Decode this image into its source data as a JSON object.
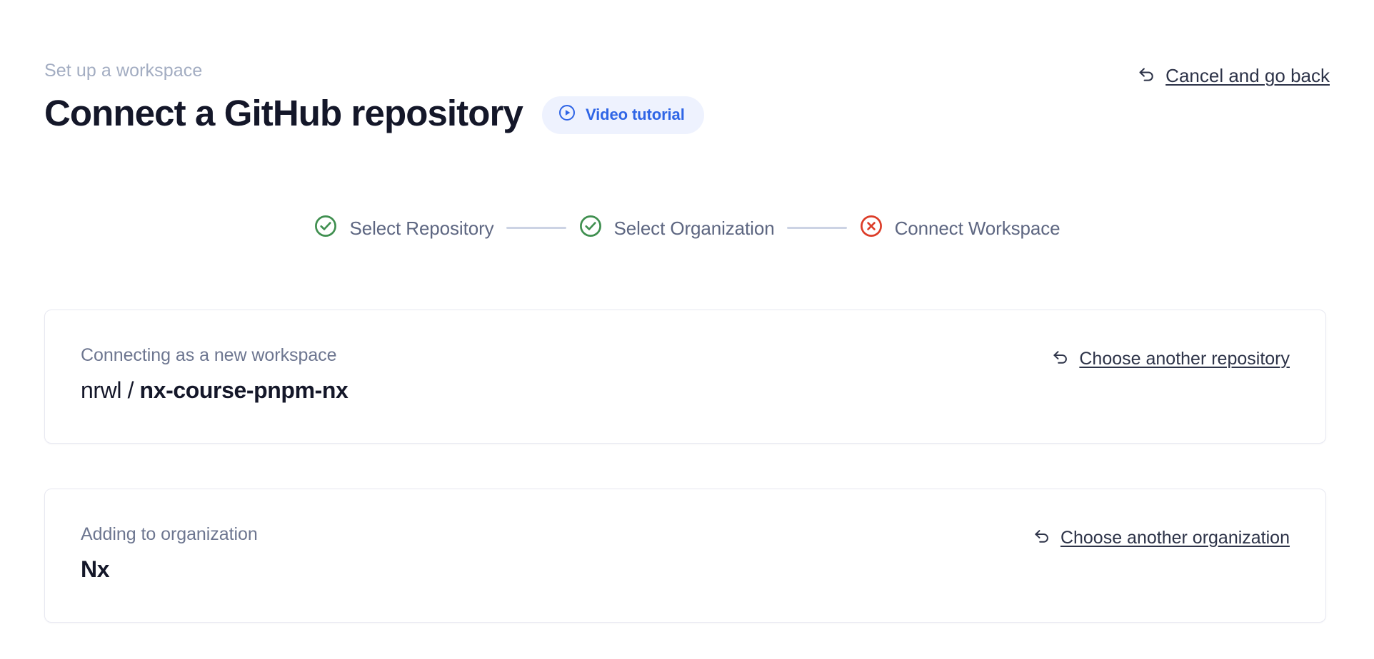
{
  "header": {
    "eyebrow": "Set up a workspace",
    "title": "Connect a GitHub repository",
    "video_pill_label": "Video tutorial",
    "video_pill_icon": "play-circle-icon",
    "cancel_label": "Cancel and go back",
    "cancel_icon": "undo-arrow-icon",
    "accent_color": "#2f65e6",
    "pill_background": "#eef2fe"
  },
  "stepper": {
    "steps": [
      {
        "label": "Select Repository",
        "state": "complete",
        "icon": "check-circle-icon",
        "color": "#3f8f4f"
      },
      {
        "label": "Select Organization",
        "state": "complete",
        "icon": "check-circle-icon",
        "color": "#3f8f4f"
      },
      {
        "label": "Connect Workspace",
        "state": "error",
        "icon": "x-circle-icon",
        "color": "#dc3c28"
      }
    ],
    "connector_color": "#ccd3e4",
    "label_color": "#5d6681"
  },
  "cards": [
    {
      "caption": "Connecting as a new workspace",
      "owner": "nrwl / ",
      "name": "nx-course-pnpm-nx",
      "link_label": "Choose another repository",
      "link_icon": "undo-arrow-icon"
    },
    {
      "caption": "Adding to organization",
      "owner": "",
      "name": "Nx",
      "link_label": "Choose another organization",
      "link_icon": "undo-arrow-icon"
    }
  ]
}
